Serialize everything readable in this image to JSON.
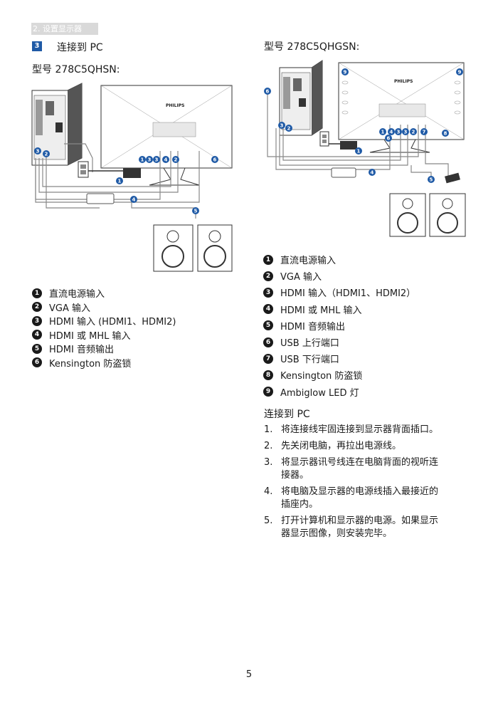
{
  "header": {
    "section_tab": "2. 设置显示器"
  },
  "section": {
    "step_number": "3",
    "title": "连接到 PC"
  },
  "left": {
    "model": "型号 278C5QHSN:",
    "diagram": {
      "brand": "PHILIPS"
    },
    "legend": [
      {
        "n": "1",
        "text": "直流电源输入"
      },
      {
        "n": "2",
        "text": "VGA 输入"
      },
      {
        "n": "3",
        "text": "HDMI 输入 (HDMI1、HDMI2)"
      },
      {
        "n": "4",
        "text": "HDMI 或 MHL 输入"
      },
      {
        "n": "5",
        "text": "HDMI 音频输出"
      },
      {
        "n": "6",
        "text": "Kensington 防盗锁"
      }
    ]
  },
  "right": {
    "model": "型号 278C5QHGSN:",
    "diagram": {
      "brand": "PHILIPS"
    },
    "legend": [
      {
        "n": "1",
        "text": "直流电源输入"
      },
      {
        "n": "2",
        "text": "VGA 输入"
      },
      {
        "n": "3",
        "text": "HDMI 输入（HDMI1、HDMI2）"
      },
      {
        "n": "4",
        "text": "HDMI 或 MHL 输入"
      },
      {
        "n": "5",
        "text": "HDMI 音频输出"
      },
      {
        "n": "6",
        "text": "USB 上行端口"
      },
      {
        "n": "7",
        "text": "USB 下行端口"
      },
      {
        "n": "8",
        "text": "Kensington 防盗锁"
      },
      {
        "n": "9",
        "text": "Ambiglow LED 灯"
      }
    ],
    "connect_title": "连接到 PC",
    "steps": [
      {
        "n": "1.",
        "lines": [
          "将连接线牢固连接到显示器背面插口。"
        ]
      },
      {
        "n": "2.",
        "lines": [
          "先关闭电脑，再拉出电源线。"
        ]
      },
      {
        "n": "3.",
        "lines": [
          "将显示器讯号线连在电脑背面的视听连",
          "接器。"
        ]
      },
      {
        "n": "4.",
        "lines": [
          "将电脑及显示器的电源线插入最接近的",
          "插座内。"
        ]
      },
      {
        "n": "5.",
        "lines": [
          "打开计算机和显示器的电源。如果显示",
          "器显示图像，则安装完毕。"
        ]
      }
    ]
  },
  "page": {
    "number": "5"
  }
}
